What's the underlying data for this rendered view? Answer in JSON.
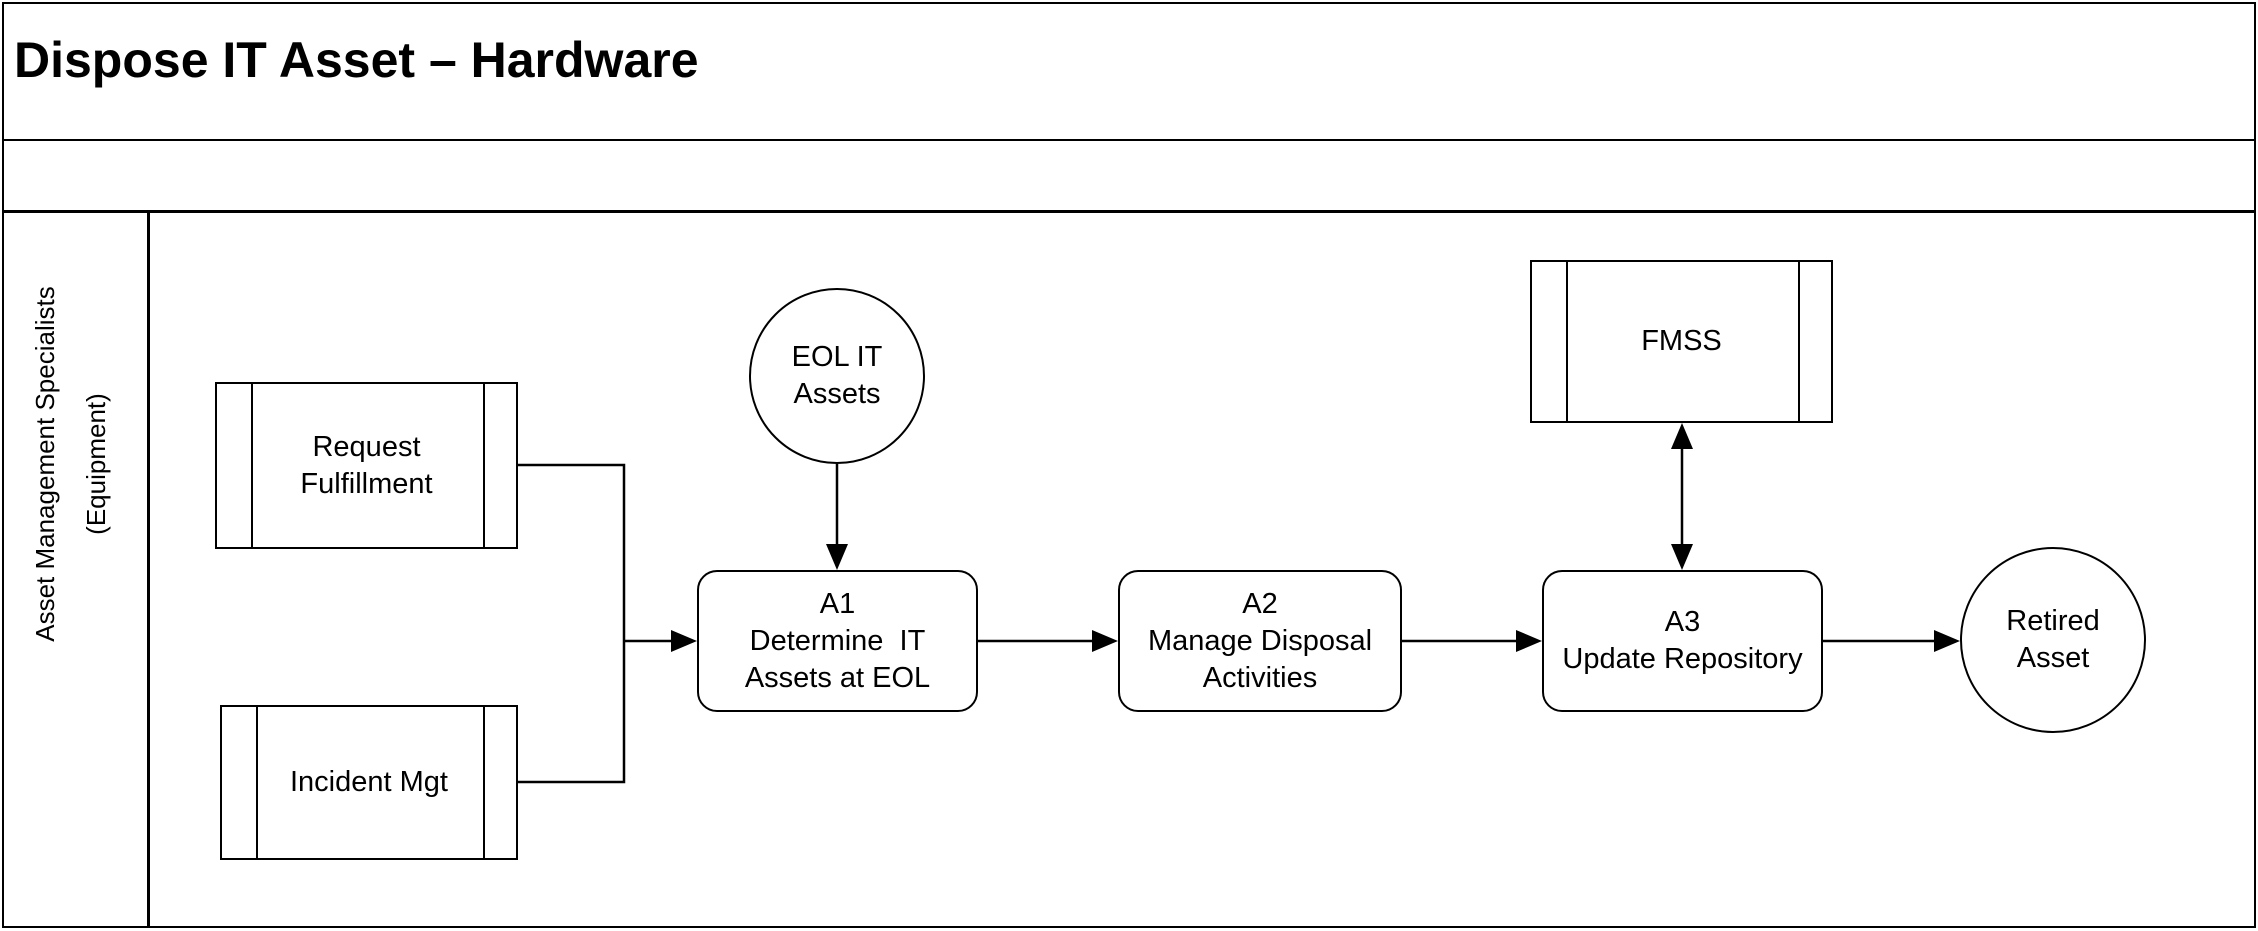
{
  "title": {
    "text": "Dispose IT Asset – Hardware"
  },
  "lane": {
    "label": "Asset Management Specialists\n(Equipment)"
  },
  "nodes": {
    "request_fulfillment": {
      "label": "Request\nFulfillment",
      "type": "subprocess"
    },
    "incident_mgt": {
      "label": "Incident Mgt",
      "type": "subprocess"
    },
    "eol_it_assets": {
      "label": "EOL IT\nAssets",
      "type": "start-event"
    },
    "a1": {
      "label": "A1\nDetermine  IT\nAssets at EOL",
      "type": "activity"
    },
    "a2": {
      "label": "A2\nManage Disposal\nActivities",
      "type": "activity"
    },
    "a3": {
      "label": "A3\nUpdate Repository",
      "type": "activity"
    },
    "fmss": {
      "label": "FMSS",
      "type": "subprocess"
    },
    "retired_asset": {
      "label": "Retired\nAsset",
      "type": "end-event"
    }
  },
  "colors": {
    "line": "#000000",
    "background": "#ffffff"
  }
}
